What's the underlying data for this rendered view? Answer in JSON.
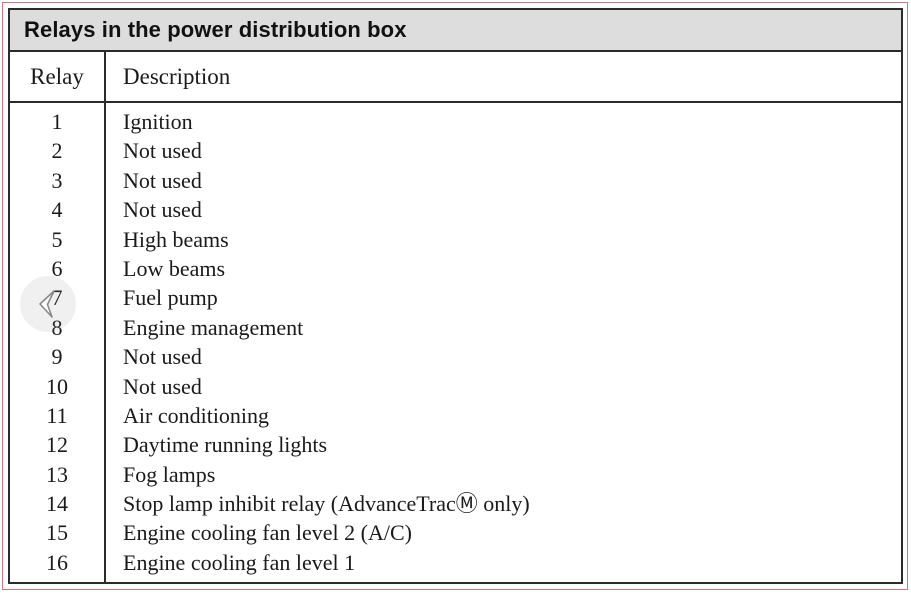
{
  "table": {
    "title": "Relays in the power distribution box",
    "columns": [
      "Relay",
      "Description"
    ],
    "rows": [
      {
        "relay": "1",
        "description": "Ignition"
      },
      {
        "relay": "2",
        "description": "Not used"
      },
      {
        "relay": "3",
        "description": "Not used"
      },
      {
        "relay": "4",
        "description": "Not used"
      },
      {
        "relay": "5",
        "description": "High beams"
      },
      {
        "relay": "6",
        "description": "Low beams"
      },
      {
        "relay": "7",
        "description": "Fuel pump"
      },
      {
        "relay": "8",
        "description": "Engine management"
      },
      {
        "relay": "9",
        "description": "Not used"
      },
      {
        "relay": "10",
        "description": "Not used"
      },
      {
        "relay": "11",
        "description": "Air conditioning"
      },
      {
        "relay": "12",
        "description": "Daytime running lights"
      },
      {
        "relay": "13",
        "description": "Fog lamps"
      },
      {
        "relay": "14",
        "description": "Stop lamp inhibit relay (AdvanceTracⓂ only)"
      },
      {
        "relay": "15",
        "description": "Engine cooling fan level 2 (A/C)"
      },
      {
        "relay": "16",
        "description": "Engine cooling fan level 1"
      }
    ]
  },
  "overlay": {
    "cursor_icon": "back-chevron-cursor",
    "ripple_icon": "tap-ripple"
  },
  "colors": {
    "title_background": "#dddddd",
    "table_border": "#2b2b2b",
    "outer_frame": "#c9787f",
    "text": "#1a1a1a",
    "page_background": "#ffffff"
  }
}
